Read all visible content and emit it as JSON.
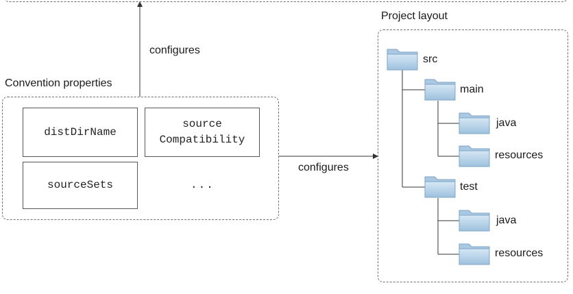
{
  "convention": {
    "title": "Convention properties",
    "properties": [
      "distDirName",
      "source\nCompatibility",
      "sourceSets"
    ],
    "more": "..."
  },
  "arrows": {
    "up_label": "configures",
    "right_label": "configures"
  },
  "layout": {
    "title": "Project layout",
    "tree": [
      {
        "label": "src",
        "icon": "folder-icon"
      },
      {
        "label": "main",
        "icon": "folder-icon"
      },
      {
        "label": "java",
        "icon": "folder-icon"
      },
      {
        "label": "resources",
        "icon": "folder-icon"
      },
      {
        "label": "test",
        "icon": "folder-icon"
      },
      {
        "label": "java",
        "icon": "folder-icon"
      },
      {
        "label": "resources",
        "icon": "folder-icon"
      }
    ]
  },
  "colors": {
    "folder_light": "#c7dced",
    "folder_dark": "#8fb3d2",
    "line": "#333333",
    "dash": "#6e6e6e"
  }
}
